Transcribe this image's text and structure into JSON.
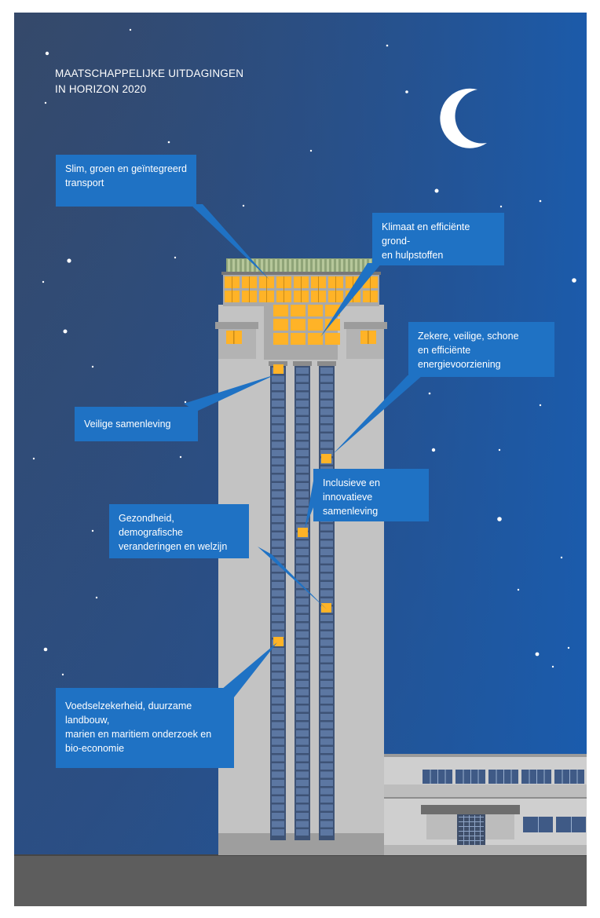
{
  "title": {
    "line1": "MAATSCHAPPELIJKE UITDAGINGEN",
    "line2": "IN HORIZON 2020"
  },
  "colors": {
    "sky_top": "#1e4f93",
    "sky_bottom": "#3a4a66",
    "ground": "#5d5d5d",
    "tower": "#c3c3c3",
    "window_lit": "#ffb327",
    "label_box": "#1f72c4",
    "moon": "#ffffff"
  },
  "icons": {
    "moon": "crescent-moon-icon",
    "stars": "star-icon"
  },
  "labels": [
    {
      "id": "transport",
      "lines": [
        "Slim, groen en geïntegreerd",
        "transport"
      ]
    },
    {
      "id": "klimaat",
      "lines": [
        "Klimaat en efficiënte grond-",
        "en hulpstoffen"
      ]
    },
    {
      "id": "energie",
      "lines": [
        "Zekere, veilige, schone",
        "en efficiënte energievoorziening"
      ]
    },
    {
      "id": "veilig",
      "lines": [
        "Veilige samenleving"
      ]
    },
    {
      "id": "inclusief",
      "lines": [
        "Inclusieve en innovatieve",
        "samenleving"
      ]
    },
    {
      "id": "gezondheid",
      "lines": [
        "Gezondheid, demografische",
        "veranderingen en welzijn"
      ]
    },
    {
      "id": "voedsel",
      "lines": [
        "Voedselzekerheid, duurzame landbouw,",
        "marien en maritiem onderzoek en",
        "bio-economie"
      ]
    }
  ]
}
